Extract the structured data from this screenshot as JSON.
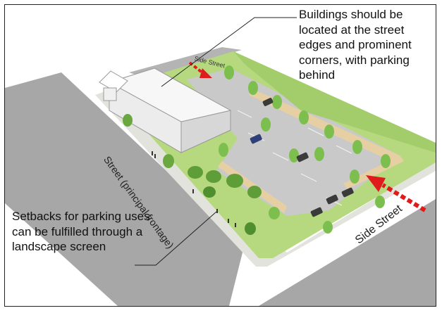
{
  "callouts": {
    "top": "Buildings should be located at the street edges and prominent corners, with parking behind",
    "bottom": "Setbacks for parking uses can be fulfilled through a landscape screen"
  },
  "streets": {
    "principal": "Street (principal frontage)",
    "side": "Side Street",
    "back": "Side Street"
  },
  "colors": {
    "road": "#a7a7a7",
    "road_edge": "#8f8f8f",
    "sidewalk": "#e3e3dd",
    "lawn": "#b6d97f",
    "lawn_dark": "#8fc05a",
    "parking": "#c9c9c9",
    "building": "#ffffff",
    "building_shadow": "#d7d7d7",
    "hedge": "#e7cfa4",
    "tree": "#7dbf4e",
    "tree_dark": "#4f8f2f",
    "arrow": "#e01b1b"
  }
}
